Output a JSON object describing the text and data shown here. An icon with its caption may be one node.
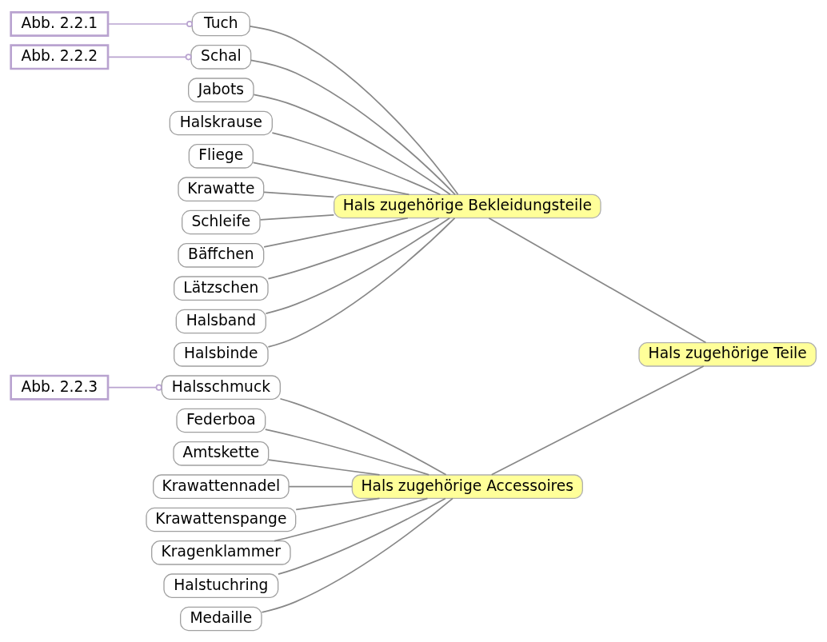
{
  "diagram": {
    "nodes": [
      {
        "text": [
          "Hals zugehörige Teile"
        ]
      },
      {
        "text": [
          "Hals zugehörige Bekleidungsteile"
        ]
      },
      {
        "text": [
          "Tuch"
        ]
      },
      {
        "text": [
          "Schal"
        ]
      },
      {
        "text": [
          "Jabots"
        ]
      },
      {
        "text": [
          "Halskrause"
        ]
      },
      {
        "text": [
          "Fliege"
        ]
      },
      {
        "text": [
          "Krawatte"
        ]
      },
      {
        "text": [
          "Schleife"
        ]
      },
      {
        "text": [
          "Bäffchen"
        ]
      },
      {
        "text": [
          "Lätzschen"
        ]
      },
      {
        "text": [
          "Halsband"
        ]
      },
      {
        "text": [
          "Halsbinde"
        ]
      },
      {
        "text": [
          "Hals zugehörige Accessoires"
        ]
      },
      {
        "text": [
          "Halsschmuck"
        ]
      },
      {
        "text": [
          "Federboa"
        ]
      },
      {
        "text": [
          "Amtskette"
        ]
      },
      {
        "text": [
          "Krawattennadel"
        ]
      },
      {
        "text": [
          "Krawattenspange"
        ]
      },
      {
        "text": [
          "Kragenklammer"
        ]
      },
      {
        "text": [
          "Halstuchring"
        ]
      },
      {
        "text": [
          "Medaille"
        ]
      },
      {
        "text": [
          "Abb. 2.2.1"
        ]
      },
      {
        "text": [
          "Abb. 2.2.2"
        ]
      },
      {
        "text": [
          "Abb. 2.2.3"
        ]
      }
    ],
    "edges": [
      {
        "from": 0,
        "to": 1,
        "arrow": "none"
      },
      {
        "from": 0,
        "to": 13,
        "arrow": "none"
      },
      {
        "from": 1,
        "to": 2,
        "arrow": "none"
      },
      {
        "from": 1,
        "to": 3,
        "arrow": "none"
      },
      {
        "from": 1,
        "to": 4,
        "arrow": "none"
      },
      {
        "from": 1,
        "to": 5,
        "arrow": "none"
      },
      {
        "from": 1,
        "to": 6,
        "arrow": "none"
      },
      {
        "from": 1,
        "to": 7,
        "arrow": "none"
      },
      {
        "from": 1,
        "to": 8,
        "arrow": "none"
      },
      {
        "from": 1,
        "to": 9,
        "arrow": "none"
      },
      {
        "from": 1,
        "to": 10,
        "arrow": "none"
      },
      {
        "from": 1,
        "to": 11,
        "arrow": "none"
      },
      {
        "from": 1,
        "to": 12,
        "arrow": "none"
      },
      {
        "from": 13,
        "to": 14,
        "arrow": "none"
      },
      {
        "from": 13,
        "to": 15,
        "arrow": "none"
      },
      {
        "from": 13,
        "to": 16,
        "arrow": "none"
      },
      {
        "from": 13,
        "to": 17,
        "arrow": "none"
      },
      {
        "from": 13,
        "to": 18,
        "arrow": "none"
      },
      {
        "from": 13,
        "to": 19,
        "arrow": "none"
      },
      {
        "from": 13,
        "to": 20,
        "arrow": "none"
      },
      {
        "from": 13,
        "to": 21,
        "arrow": "none"
      },
      {
        "from": 22,
        "to": 2,
        "arrow": "other",
        "color": "#b9a3d0"
      },
      {
        "from": 23,
        "to": 3,
        "arrow": "other",
        "color": "#b9a3d0"
      },
      {
        "from": 24,
        "to": 14,
        "arrow": "other",
        "color": "#b9a3d0"
      }
    ]
  }
}
